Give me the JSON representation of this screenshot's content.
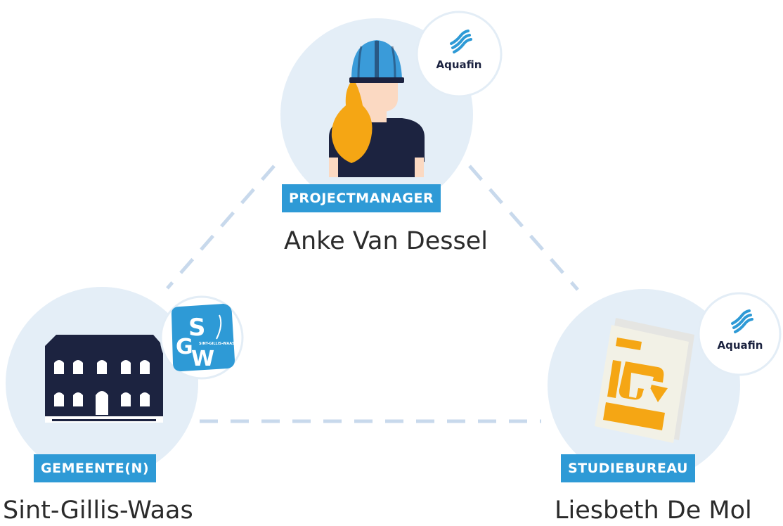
{
  "colors": {
    "circle_bg": "#e4eef7",
    "connector": "#c8d9ec",
    "label_bg": "#2e9ad6",
    "navy": "#1c2340",
    "orange": "#f5a614",
    "helmet_blue": "#3a9bd9",
    "skin": "#fbd9c2"
  },
  "roles": {
    "projectmanager": {
      "label": "PROJECTMANAGER",
      "name": "Anke Van Dessel",
      "logo": "Aquafin",
      "icon": "person-with-helmet-icon"
    },
    "gemeente": {
      "label": "GEMEENTE(N)",
      "name": "Sint-Gillis-Waas",
      "logo_letters": [
        "S",
        "G",
        "W"
      ],
      "logo_small": "SINT-GILLIS-WAAS",
      "icon": "town-hall-icon"
    },
    "studiebureau": {
      "label": "STUDIEBUREAU",
      "name": "Liesbeth De Mol",
      "logo": "Aquafin",
      "icon": "documents-icon"
    }
  }
}
